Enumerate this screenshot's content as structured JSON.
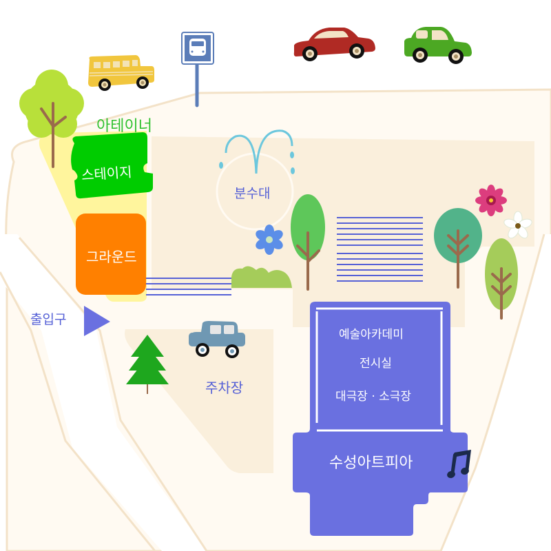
{
  "map": {
    "labels": {
      "athenae": "아테이너",
      "stage": "스테이지",
      "ground": "그라운드",
      "fountain": "분수대",
      "entrance": "출입구",
      "parking": "주차장",
      "academy": "예술아카데미",
      "gallery": "전시실",
      "theaters": "대극장 · 소극장",
      "main_building": "수성아트피아"
    },
    "icons": [
      "bus-icon",
      "bus-stop-sign-icon",
      "red-car-icon",
      "green-car-icon",
      "blue-car-icon",
      "tree-icon",
      "pine-tree-icon",
      "fountain-icon",
      "flower-icon",
      "music-note-icon",
      "entrance-arrow-icon",
      "bush-icon"
    ],
    "colors": {
      "building": "#6a70e0",
      "stage": "#00cc00",
      "ground": "#ff8000",
      "athenae_zone": "#fff59d",
      "plaza": "#faefdc",
      "ground_base": "#fffaf2",
      "label_blue": "#5560d6",
      "label_green": "#2fc12f"
    }
  }
}
